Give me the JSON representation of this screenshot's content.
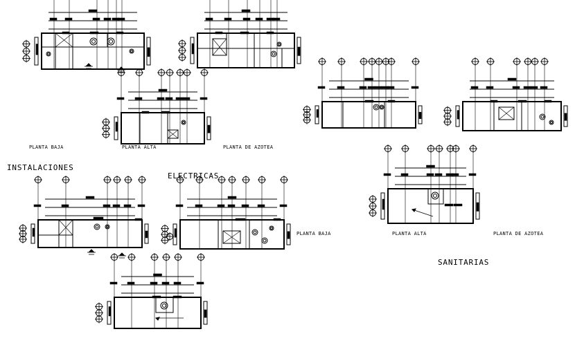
{
  "labels": {
    "planta_baja_1": "PLANTA BAJA",
    "planta_alta_1": "PLANTA ALTA",
    "planta_azotea_1": "PLANTA DE AZOTEA",
    "instalaciones": "INSTALACIONES",
    "electricas": "ELECTRICAS",
    "planta_baja_2": "PLANTA BAJA",
    "planta_alta_2": "PLANTA ALTA",
    "planta_azotea_2": "PLANTA DE AZOTEA",
    "sanitarias": "SANITARIAS"
  },
  "colors": {
    "ink": "#000000",
    "background": "#ffffff"
  }
}
